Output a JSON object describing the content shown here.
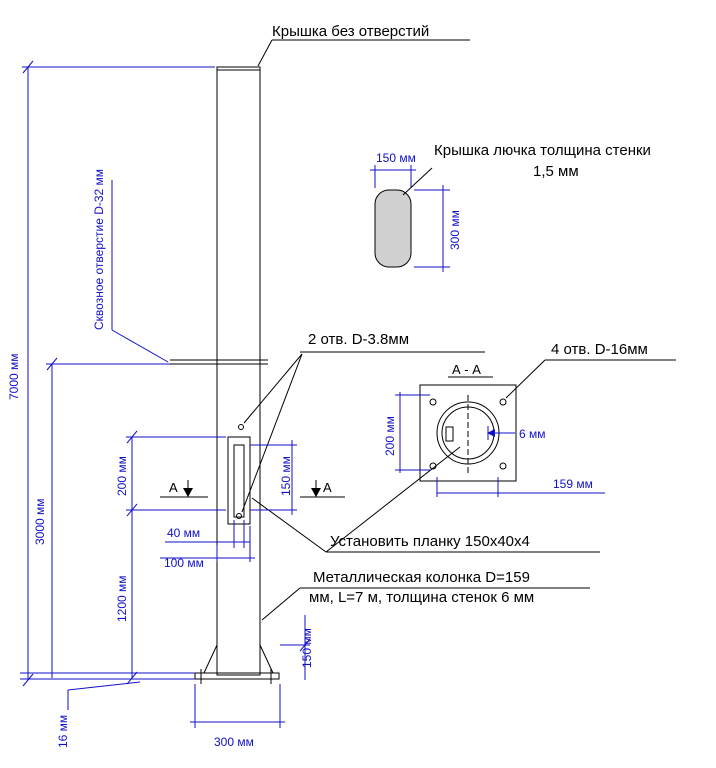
{
  "labels": {
    "cap_no_holes": "Крышка без отверстий",
    "hatch_cap_line1": "Крышка лючка толщина стенки",
    "hatch_cap_line2": "1,5 мм",
    "holes_2": "2 отв. D-3.8мм",
    "holes_4": "4 отв. D-16мм",
    "section": "А - А",
    "install_plate": "Установить планку 150х40х4",
    "column_line1": "Металлическая колонка D=159",
    "column_line2": "мм, L=7 м, толщина стенок 6 мм",
    "section_mark_left": "А",
    "section_mark_right": "А"
  },
  "dimensions": {
    "total_height": "7000 мм",
    "through_hole": "Сквозное отверстие D-32 мм",
    "height_3000": "3000 мм",
    "height_1200": "1200 мм",
    "hatch_200": "200 мм",
    "plate_150": "150 мм",
    "w_40": "40 мм",
    "w_100": "100 мм",
    "base_150": "150 мм",
    "base_16": "16 мм",
    "base_300": "300 мм",
    "cap_150": "150 мм",
    "cap_300": "300 мм",
    "sec_200": "200 мм",
    "sec_6": "6 мм",
    "sec_159": "159 мм"
  }
}
